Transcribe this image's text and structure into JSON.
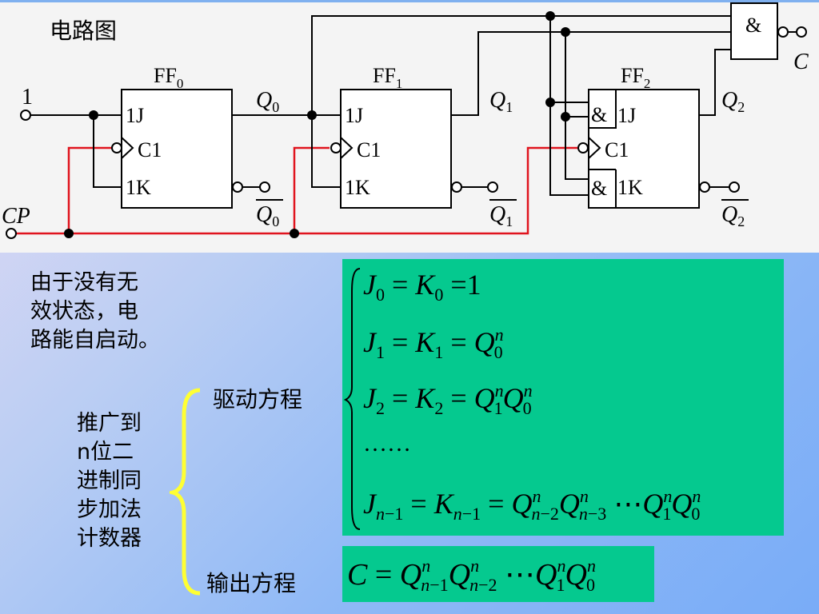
{
  "title": "电路图",
  "flipflops": [
    {
      "name": "FF",
      "sub": "0",
      "j": "1J",
      "c": "C1",
      "k": "1K",
      "q": "Q",
      "q_sub": "0"
    },
    {
      "name": "FF",
      "sub": "1",
      "j": "1J",
      "c": "C1",
      "k": "1K",
      "q": "Q",
      "q_sub": "1"
    },
    {
      "name": "FF",
      "sub": "2",
      "j": "1J",
      "c": "C1",
      "k": "1K",
      "q": "Q",
      "q_sub": "2"
    }
  ],
  "and_symbol": "&",
  "input_one": "1",
  "clock_label": "CP",
  "output_label": "C",
  "self_start_text": "由于没有无\n效状态，电\n路能自启动。",
  "generalize_text": "推广到\nn位二\n进制同\n步加法\n计数器",
  "drive_label": "驱动方程",
  "output_label_cn": "输出方程",
  "ellipsis": "……",
  "colors": {
    "wire": "#000000",
    "clock_wire": "#e0141e",
    "equation_bg": "#05c98f",
    "brace": "#ffff33"
  }
}
